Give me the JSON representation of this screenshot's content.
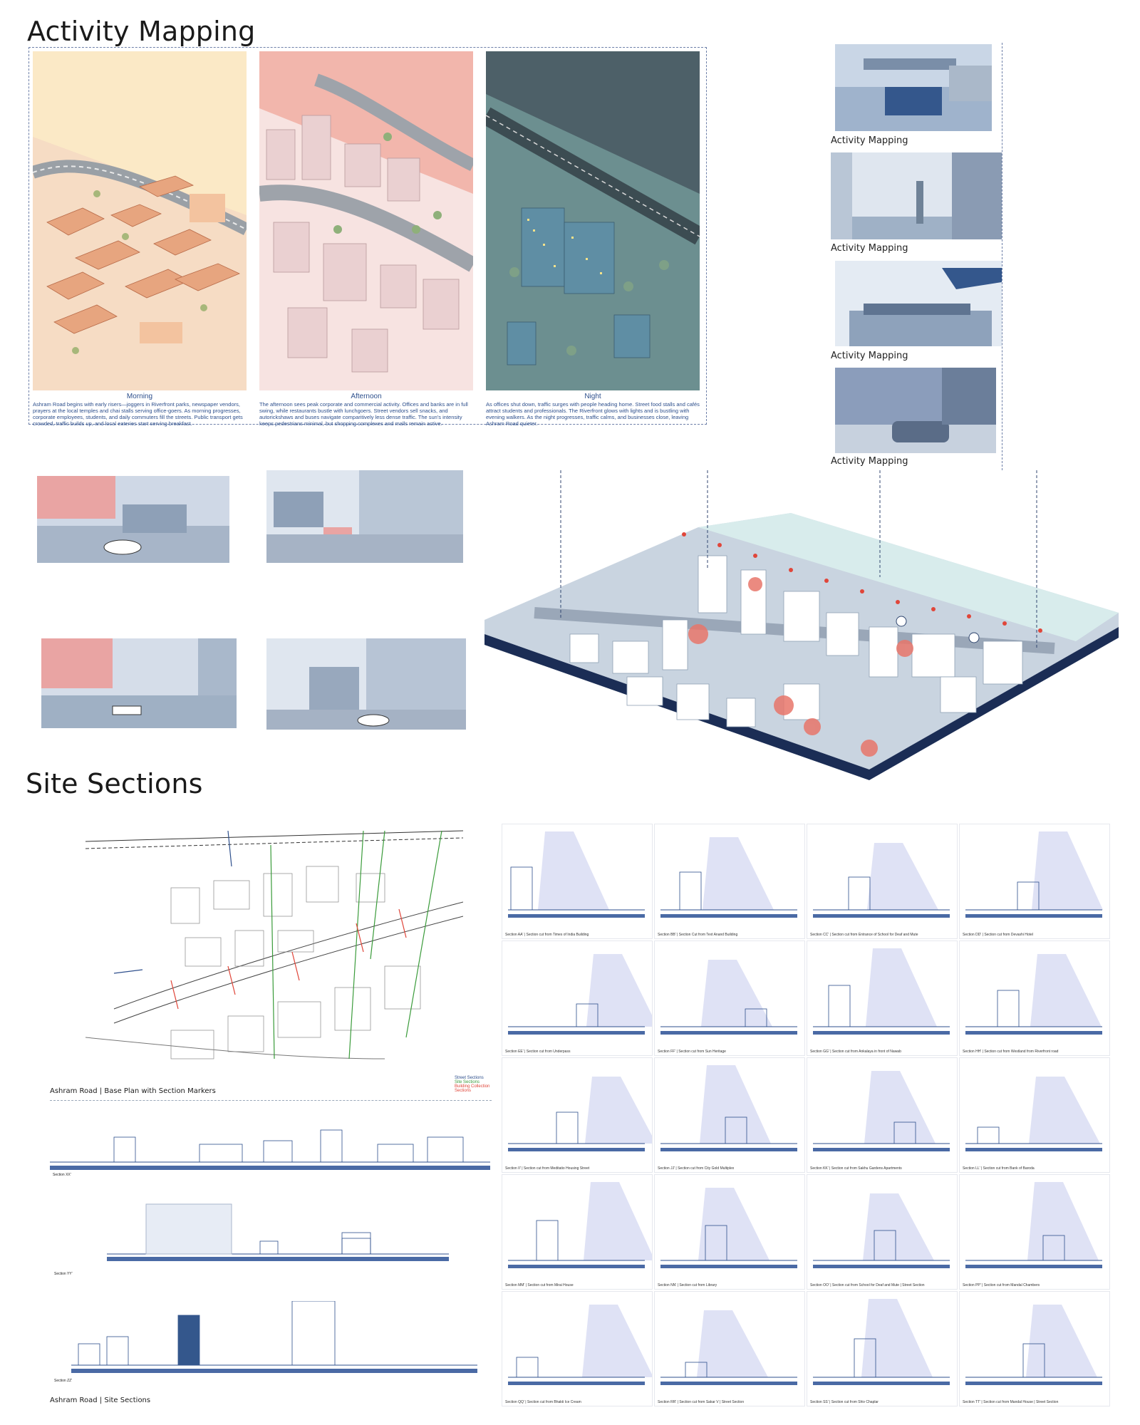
{
  "activity": {
    "heading": "Activity Mapping",
    "panels": [
      {
        "title": "Morning",
        "bg": "#fbe9c6",
        "text": "Ashram Road begins with early risers—joggers in Riverfront parks, newspaper vendors, prayers at the local temples and chai stalls serving office-goers. As morning progresses, corporate employees, students, and daily commuters fill the streets. Public transport gets crowded, traffic builds up, and local eateries start serving breakfast."
      },
      {
        "title": "Afternoon",
        "bg": "#f2b6ac",
        "text": "The afternoon sees peak corporate and commercial activity. Offices and banks are in full swing, while restaurants bustle with lunchgoers. Street vendors sell snacks, and autorickshaws and buses navigate comparitively less dense traffic. The sun's intensity keeps pedestrians minimal, but shopping complexes and malls remain active."
      },
      {
        "title": "Night",
        "bg": "#4d6068",
        "text": "As offices shut down, traffic surges with people heading home. Street food stalls and cafés attract students and professionals. The Riverfront glows with lights and is bustling with evening walkers. As the night progresses, traffic calms, and businesses close, leaving Ashram Road quieter."
      }
    ],
    "thumb_labels": [
      "Activity Mapping",
      "Activity Mapping",
      "Activity Mapping",
      "Activity Mapping"
    ]
  },
  "sections": {
    "heading": "Site Sections",
    "plan_caption": "Ashram Road | Base Plan with Section Markers",
    "legend": [
      "Street Sections",
      "Site Sections",
      "Building Collection Sections"
    ],
    "long_labels": [
      "Section XX'",
      "Section YY'",
      "Section ZZ'"
    ],
    "footer_caption": "Ashram Road | Site Sections",
    "sheet_captions": [
      "Section AA' | Section cut from Times of India Building",
      "Section BB' | Section Cut from Text Anand Building",
      "Section CC' | Section cut from Entrance of School for Deaf and Mute",
      "Section DD' | Section cut from Devashi Hotel",
      "Section EE' | Section cut from Underpass",
      "Section FF' | Section cut from Sun Heritage",
      "Section GG' | Section cut from Ankalaya in front of Nawab",
      "Section HH' | Section cut from Westland from Riverfront road",
      "Section II' | Section cut from Meditatio Housing Street",
      "Section JJ' | Section cut from City Gold Multiplex",
      "Section KK' | Section cut from Sakhu Gardens Apartments",
      "Section LL' | Section cut from Bank of Baroda",
      "Section MM' | Section cut from Mirai House",
      "Section NN' | Section cut from Library",
      "Section OO' | Section cut from School for Deaf and Mute | Street Section",
      "Section PP' | Section cut from Mandal Chambers",
      "Section QQ' | Section cut from Bhakti Ice Cream",
      "Section RR' | Section cut from Sakar V | Street Section",
      "Section SS' | Section cut from Shiv Chaplar",
      "Section TT' | Section cut from Mandal House | Street Section"
    ]
  },
  "colors": {
    "accent_blue": "#2d4f8c",
    "red": "#e0463a",
    "pale_blue": "#cfd8e6",
    "green": "#3a9b3a"
  }
}
